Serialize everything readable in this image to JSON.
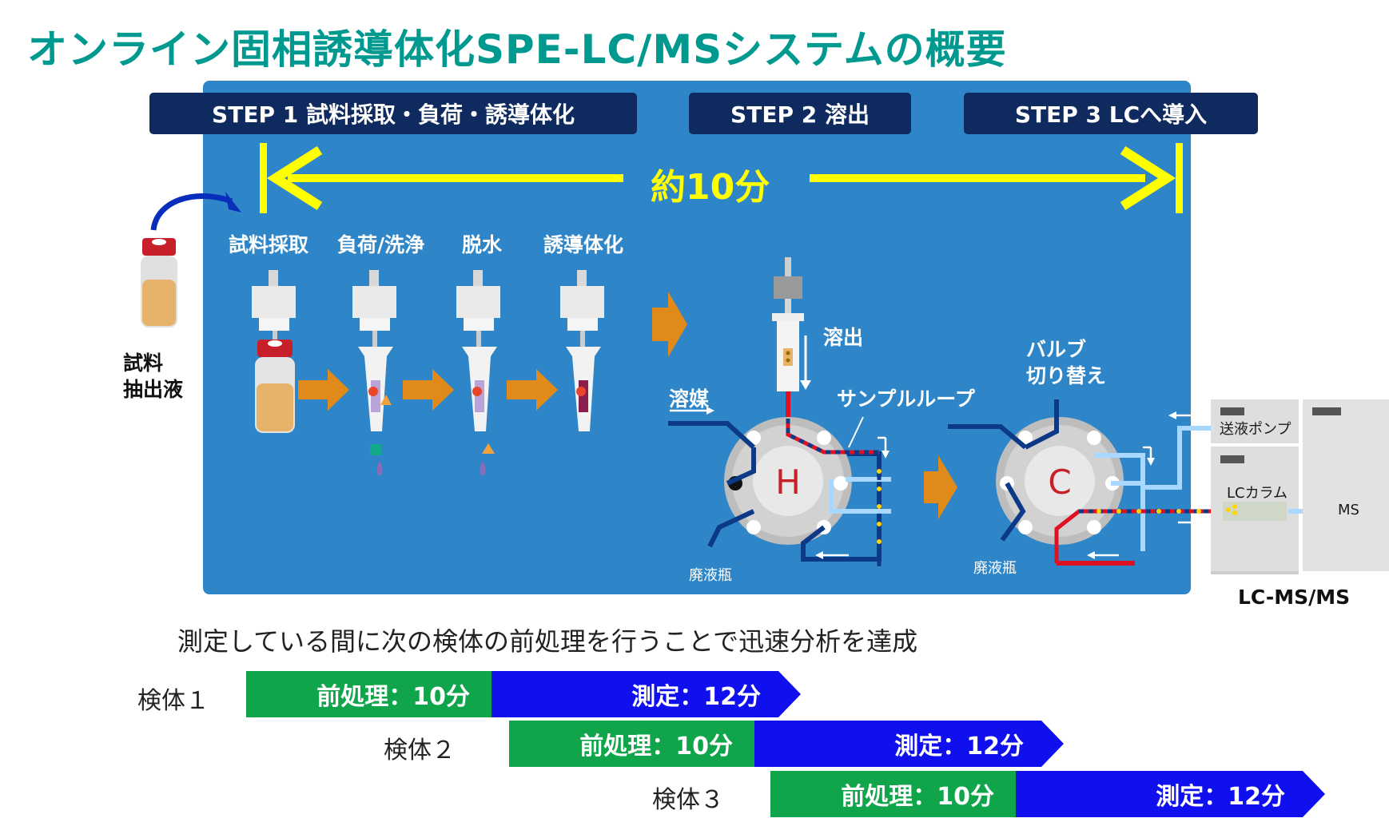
{
  "title": "オンライン固相誘導体化SPE-LC/MSシステムの概要",
  "steps": [
    {
      "label": "STEP 1 試料採取・負荷・誘導体化"
    },
    {
      "label": "STEP 2 溶出"
    },
    {
      "label": "STEP 3 LCへ導入"
    }
  ],
  "time_label": "約10分",
  "process_labels": [
    "試料採取",
    "負荷/洗浄",
    "脱水",
    "誘導体化"
  ],
  "sample_label_line1": "試料",
  "sample_label_line2": "抽出液",
  "elution_label": "溶出",
  "solvent_label": "溶媒",
  "sample_loop_label": "サンプルループ",
  "valve_switch_line1": "バルブ",
  "valve_switch_line2": "切り替え",
  "valve_h_letter": "H",
  "valve_c_letter": "C",
  "waste_label": "廃液瓶",
  "pump_label": "送液ポンプ",
  "column_label": "LCカラム",
  "ms_label": "MS",
  "instrument_label": "LC-MS/MS",
  "note": "測定している間に次の検体の前処理を行うことで迅速分析を達成",
  "samples": [
    {
      "name": "検体１",
      "pre": "前処理：10分",
      "meas": "測定：12分"
    },
    {
      "name": "検体２",
      "pre": "前処理：10分",
      "meas": "測定：12分"
    },
    {
      "name": "検体３",
      "pre": "前処理：10分",
      "meas": "測定：12分"
    }
  ],
  "colors": {
    "title": "#00998f",
    "panel": "#2e86c8",
    "step_bg": "#0e2a5e",
    "accent_yellow": "#ffff00",
    "arrow_orange": "#e08a1a",
    "pre_green": "#10a54a",
    "meas_blue": "#1010ee"
  }
}
